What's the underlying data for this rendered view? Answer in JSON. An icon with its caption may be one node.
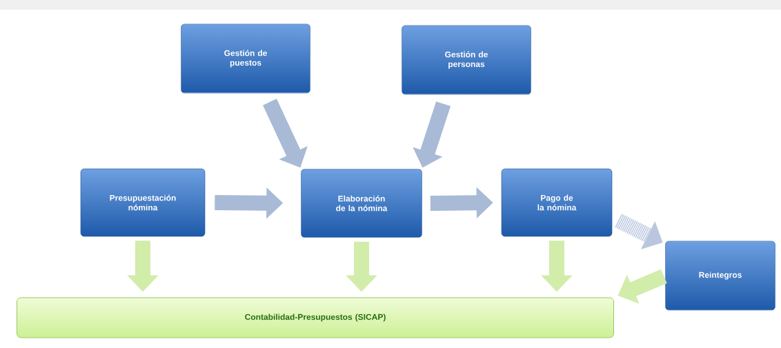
{
  "diagram": {
    "nodes": [
      {
        "text": [
          "Gestión de puestos"
        ]
      },
      {
        "text": [
          "Gestión de personas"
        ]
      },
      {
        "text": [
          "Presupuestación nómina"
        ]
      },
      {
        "text": [
          "Elaboración de la nómina"
        ]
      },
      {
        "text": [
          "Pago de la nómina"
        ]
      },
      {
        "text": [
          "Reintegros"
        ]
      },
      {
        "text": [
          "Contabilidad-Presupuestos (SICAP)"
        ]
      }
    ],
    "edges": [
      {
        "from": 0,
        "to": 3,
        "arrow": "to"
      },
      {
        "from": 1,
        "to": 3,
        "arrow": "to"
      },
      {
        "from": 2,
        "to": 3,
        "arrow": "to"
      },
      {
        "from": 3,
        "to": 4,
        "arrow": "to"
      },
      {
        "from": 2,
        "to": 6,
        "arrow": "to",
        "color": "#d2ecaa"
      },
      {
        "from": 3,
        "to": 6,
        "arrow": "to",
        "color": "#d2ecaa"
      },
      {
        "from": 4,
        "to": 6,
        "arrow": "to",
        "color": "#d2ecaa"
      },
      {
        "from": 5,
        "to": 6,
        "arrow": "to",
        "color": "#d2ecaa"
      },
      {
        "from": 4,
        "to": 5,
        "arrow": "to",
        "style": "dashed",
        "color": "#b9c6de"
      }
    ]
  }
}
